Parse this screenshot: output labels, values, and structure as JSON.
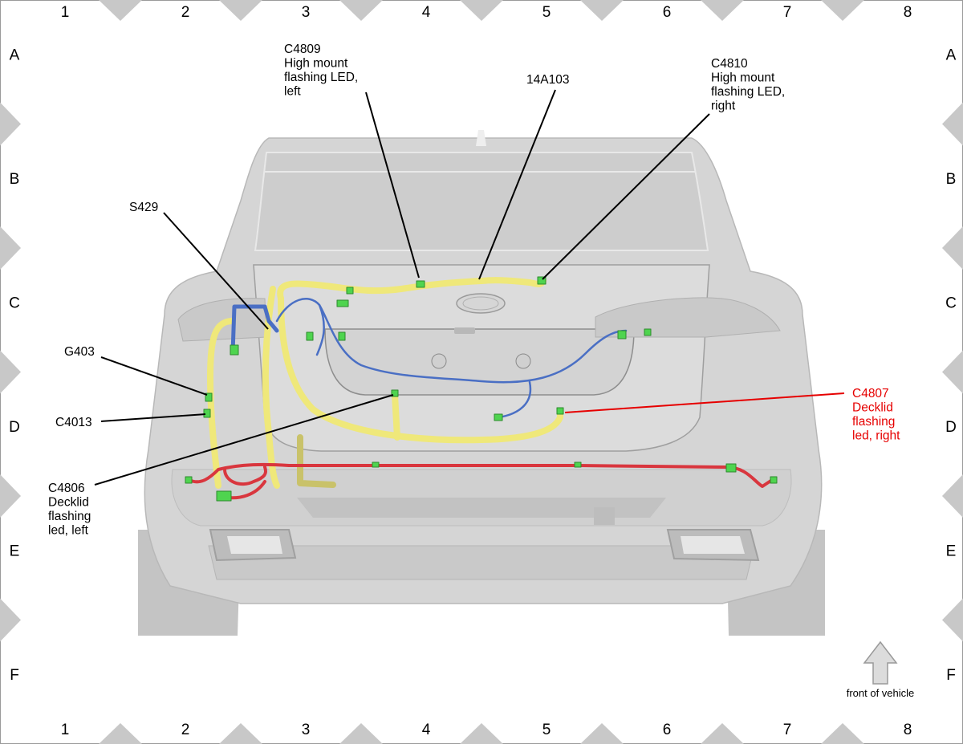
{
  "grid": {
    "columns": [
      "1",
      "2",
      "3",
      "4",
      "5",
      "6",
      "7",
      "8"
    ],
    "rows": [
      "A",
      "B",
      "C",
      "D",
      "E",
      "F"
    ]
  },
  "callouts": {
    "c4809": [
      "C4809",
      "High mount",
      "flashing LED,",
      "left"
    ],
    "a14a103": [
      "14A103"
    ],
    "c4810": [
      "C4810",
      "High mount",
      "flashing LED,",
      "right"
    ],
    "s429": [
      "S429"
    ],
    "g403": [
      "G403"
    ],
    "c4013": [
      "C4013"
    ],
    "c4806": [
      "C4806",
      "Decklid",
      "flashing",
      "led, left"
    ],
    "c4807": [
      "C4807",
      "Decklid",
      "flashing",
      "led, right"
    ]
  },
  "front_of_vehicle": "front of vehicle",
  "colors": {
    "harness_yellow": "#efe87a",
    "harness_blue": "#4a6fc4",
    "harness_red": "#d9363e",
    "connector_green": "#4fd44f",
    "highlight_red": "#e60000",
    "frame_gray": "#c8c8c8"
  }
}
